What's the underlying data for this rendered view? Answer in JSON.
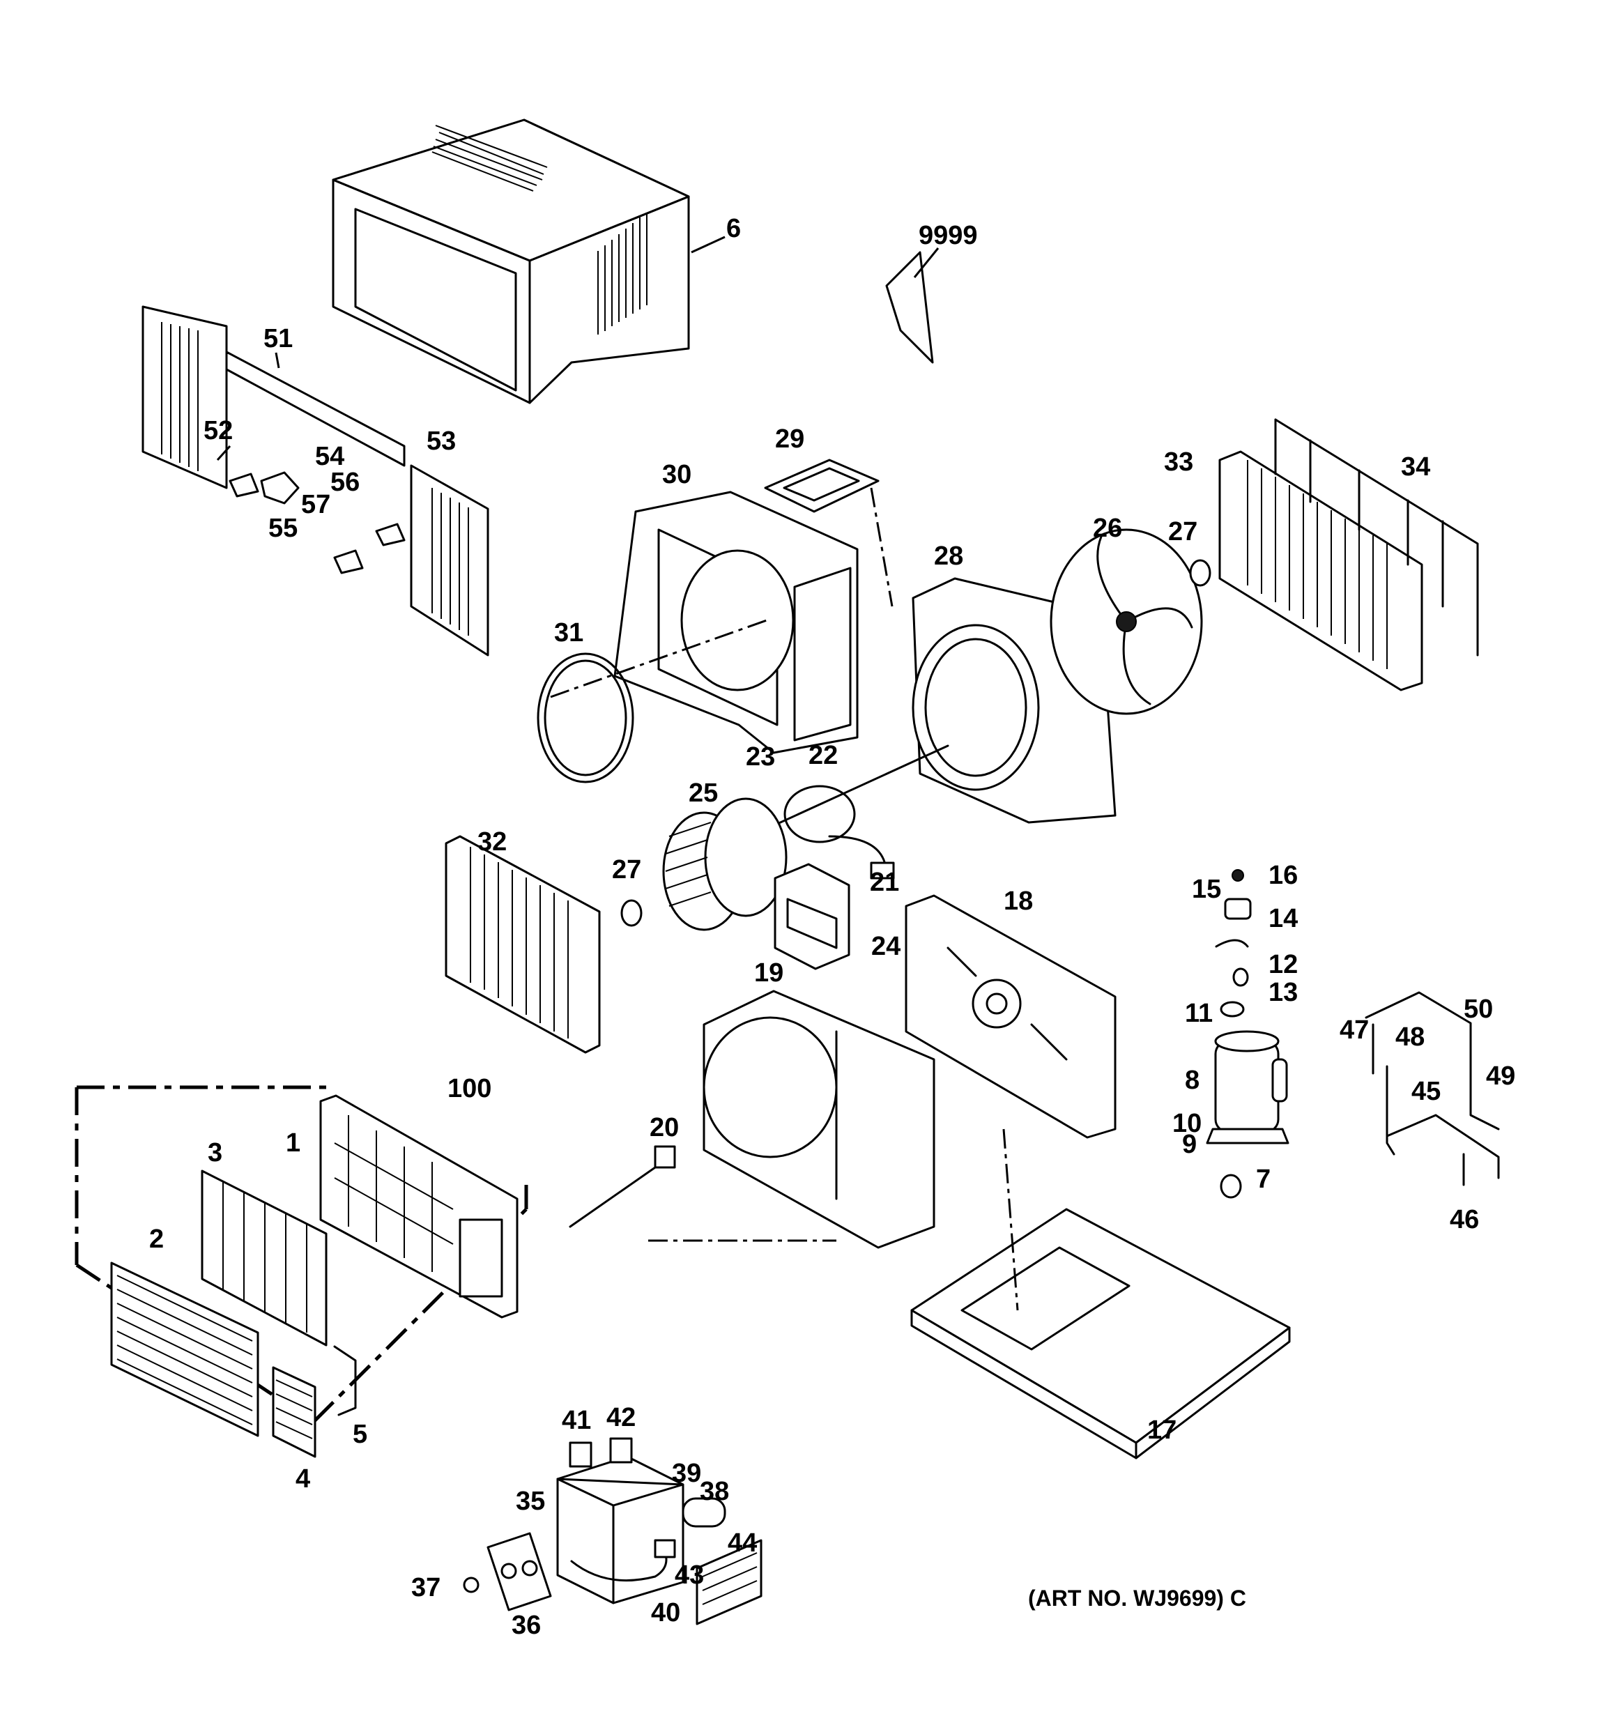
{
  "caption": "(ART NO. WJ9699) C",
  "callouts": [
    {
      "id": "c6",
      "label": "6"
    },
    {
      "id": "c9999",
      "label": "9999"
    },
    {
      "id": "c51",
      "label": "51"
    },
    {
      "id": "c52",
      "label": "52"
    },
    {
      "id": "c53",
      "label": "53"
    },
    {
      "id": "c54",
      "label": "54"
    },
    {
      "id": "c55",
      "label": "55"
    },
    {
      "id": "c56",
      "label": "56"
    },
    {
      "id": "c57",
      "label": "57"
    },
    {
      "id": "c29",
      "label": "29"
    },
    {
      "id": "c30",
      "label": "30"
    },
    {
      "id": "c33",
      "label": "33"
    },
    {
      "id": "c34",
      "label": "34"
    },
    {
      "id": "c26",
      "label": "26"
    },
    {
      "id": "c27a",
      "label": "27"
    },
    {
      "id": "c28",
      "label": "28"
    },
    {
      "id": "c31",
      "label": "31"
    },
    {
      "id": "c23",
      "label": "23"
    },
    {
      "id": "c22",
      "label": "22"
    },
    {
      "id": "c25",
      "label": "25"
    },
    {
      "id": "c32",
      "label": "32"
    },
    {
      "id": "c27b",
      "label": "27"
    },
    {
      "id": "c21",
      "label": "21"
    },
    {
      "id": "c24",
      "label": "24"
    },
    {
      "id": "c18",
      "label": "18"
    },
    {
      "id": "c16",
      "label": "16"
    },
    {
      "id": "c15",
      "label": "15"
    },
    {
      "id": "c14",
      "label": "14"
    },
    {
      "id": "c12",
      "label": "12"
    },
    {
      "id": "c13",
      "label": "13"
    },
    {
      "id": "c11",
      "label": "11"
    },
    {
      "id": "c19",
      "label": "19"
    },
    {
      "id": "c50",
      "label": "50"
    },
    {
      "id": "c47",
      "label": "47"
    },
    {
      "id": "c48",
      "label": "48"
    },
    {
      "id": "c49",
      "label": "49"
    },
    {
      "id": "c45",
      "label": "45"
    },
    {
      "id": "c8",
      "label": "8"
    },
    {
      "id": "c10",
      "label": "10"
    },
    {
      "id": "c9",
      "label": "9"
    },
    {
      "id": "c7",
      "label": "7"
    },
    {
      "id": "c46",
      "label": "46"
    },
    {
      "id": "c100",
      "label": "100"
    },
    {
      "id": "c1",
      "label": "1"
    },
    {
      "id": "c3",
      "label": "3"
    },
    {
      "id": "c2",
      "label": "2"
    },
    {
      "id": "c20",
      "label": "20"
    },
    {
      "id": "c5",
      "label": "5"
    },
    {
      "id": "c4",
      "label": "4"
    },
    {
      "id": "c17",
      "label": "17"
    },
    {
      "id": "c41",
      "label": "41"
    },
    {
      "id": "c42",
      "label": "42"
    },
    {
      "id": "c39",
      "label": "39"
    },
    {
      "id": "c38",
      "label": "38"
    },
    {
      "id": "c35",
      "label": "35"
    },
    {
      "id": "c44",
      "label": "44"
    },
    {
      "id": "c43",
      "label": "43"
    },
    {
      "id": "c37",
      "label": "37"
    },
    {
      "id": "c36",
      "label": "36"
    },
    {
      "id": "c40",
      "label": "40"
    }
  ]
}
